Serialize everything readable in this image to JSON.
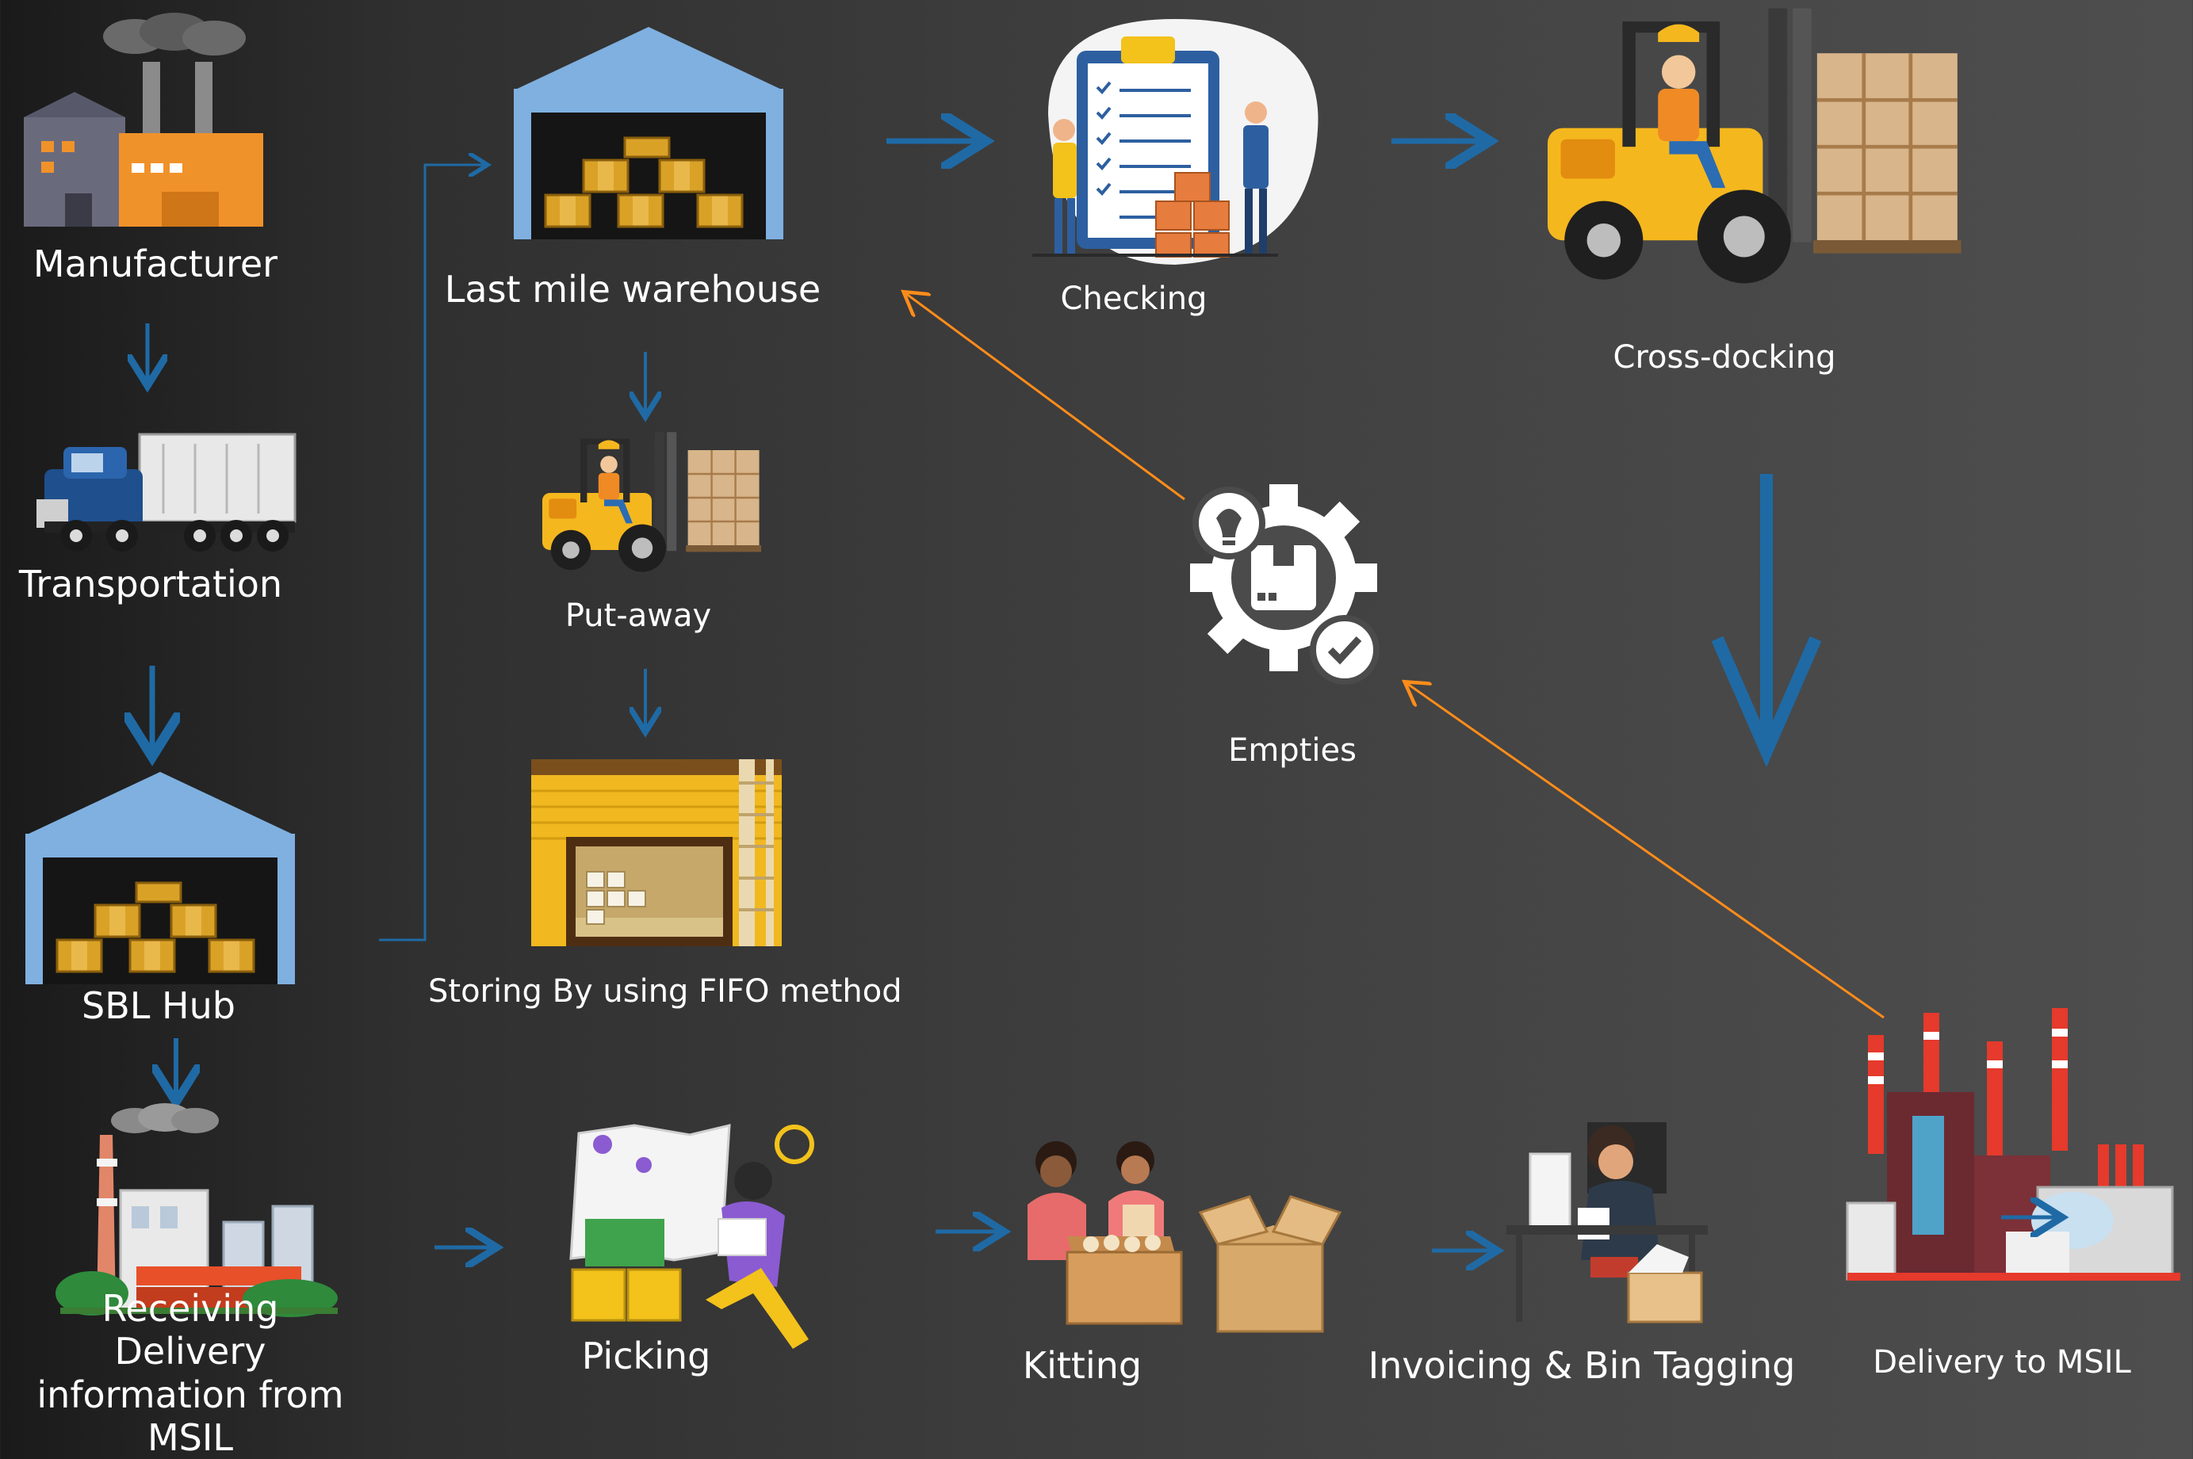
{
  "nodes": {
    "manufacturer": "Manufacturer",
    "transportation": "Transportation",
    "sbl_hub": "SBL Hub",
    "receiving": "Receiving Delivery information from MSIL",
    "last_mile": "Last mile warehouse",
    "put_away": "Put-away",
    "storing": "Storing By using FIFO method",
    "picking": "Picking",
    "checking": "Checking",
    "cross_docking": "Cross-docking",
    "empties": "Empties",
    "kitting": "Kitting",
    "invoicing": "Invoicing & Bin Tagging",
    "delivery": "Delivery to MSIL"
  },
  "colors": {
    "flow_arrow": "#1f6aa5",
    "return_arrow": "#ff8c1a",
    "warehouse_blue": "#7fb0e0",
    "box_gold": "#d9a227",
    "forklift_yellow": "#f5b71e"
  },
  "icons": {
    "manufacturer": "factory-icon",
    "transportation": "truck-icon",
    "sbl_hub": "warehouse-icon",
    "receiving": "plant-icon",
    "last_mile": "warehouse-icon",
    "put_away": "forklift-icon",
    "storing": "storage-room-icon",
    "picking": "map-person-icon",
    "checking": "checklist-icon",
    "cross_docking": "forklift-icon",
    "empties": "gear-box-icon",
    "kitting": "packing-people-icon",
    "invoicing": "office-desk-icon",
    "delivery": "industrial-plant-icon"
  }
}
